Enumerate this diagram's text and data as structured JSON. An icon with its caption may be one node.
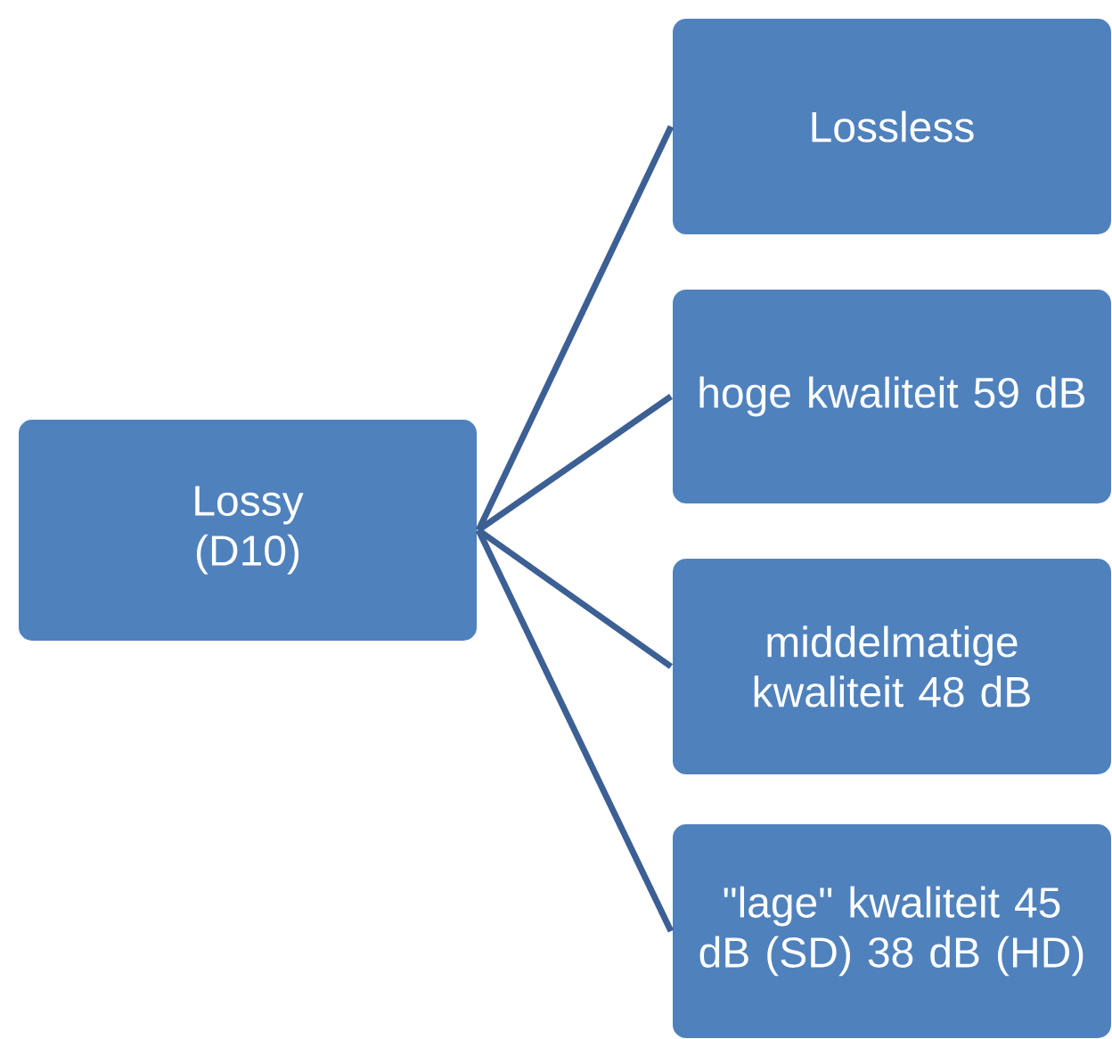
{
  "diagram": {
    "nodes": [
      {
        "text": [
          "Lossy (D10)"
        ]
      },
      {
        "text": [
          "Lossless"
        ]
      },
      {
        "text": [
          "hoge kwaliteit 59 dB"
        ]
      },
      {
        "text": [
          "middelmatige kwaliteit 48 dB"
        ]
      },
      {
        "text": [
          "\"lage\" kwaliteit 45 dB (SD) 38 dB (HD)"
        ]
      }
    ],
    "edges": [
      {
        "from": 0,
        "to": 1,
        "arrow": "none"
      },
      {
        "from": 0,
        "to": 2,
        "arrow": "none"
      },
      {
        "from": 0,
        "to": 3,
        "arrow": "none"
      },
      {
        "from": 0,
        "to": 4,
        "arrow": "none"
      }
    ]
  }
}
